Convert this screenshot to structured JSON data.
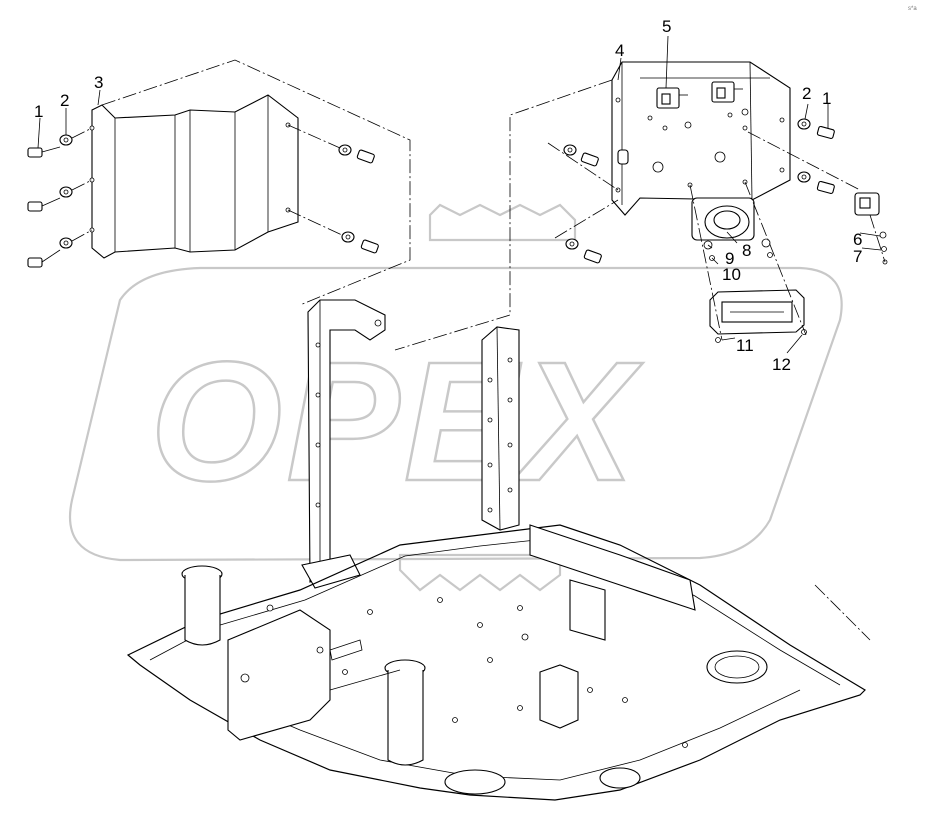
{
  "watermark": {
    "text": "OPEX"
  },
  "corner_mark": "s*a",
  "callouts": [
    {
      "id": "c1-left",
      "label": "1"
    },
    {
      "id": "c2-left",
      "label": "2"
    },
    {
      "id": "c3",
      "label": "3"
    },
    {
      "id": "c4",
      "label": "4"
    },
    {
      "id": "c5",
      "label": "5"
    },
    {
      "id": "c2-right",
      "label": "2"
    },
    {
      "id": "c1-right",
      "label": "1"
    },
    {
      "id": "c6",
      "label": "6"
    },
    {
      "id": "c7",
      "label": "7"
    },
    {
      "id": "c8",
      "label": "8"
    },
    {
      "id": "c9",
      "label": "9"
    },
    {
      "id": "c10",
      "label": "10"
    },
    {
      "id": "c11",
      "label": "11"
    },
    {
      "id": "c12",
      "label": "12"
    }
  ]
}
